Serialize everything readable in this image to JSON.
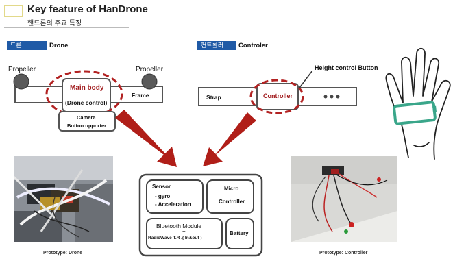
{
  "header": {
    "title": "Key feature of HanDrone",
    "subtitle": "핸드론의 주요 특징"
  },
  "drone_section": {
    "tag": "드론",
    "label": "Drone",
    "propeller_left": "Propeller",
    "propeller_right": "Propeller",
    "main_body": "Main body",
    "drone_control": "(Drone control)",
    "frame": "Frame",
    "camera_line1": "Camera",
    "camera_line2": "Botton upporter"
  },
  "controller_section": {
    "tag": "컨트롤러",
    "label": "Controler",
    "height_button": "Height control Button",
    "strap": "Strap",
    "controller": "Controller"
  },
  "module": {
    "sensor_title": "Sensor",
    "sensor_item1": "-   gyro",
    "sensor_item2": "-   Acceleration",
    "micro_line1": "Micro",
    "micro_line2": "Controller",
    "bluetooth_line1": "Bluetooth Module",
    "bluetooth_plus": "+",
    "bluetooth_line2": "RadioWave T.R .( In&out )",
    "battery": "Battery"
  },
  "captions": {
    "drone_prototype": "Prototype: Drone",
    "controller_prototype": "Prototype: Controller"
  },
  "colors": {
    "accent_red": "#a0191b",
    "tag_blue": "#1f5aa6",
    "dashed_red": "#b22222",
    "hand_band": "#3aa68a",
    "title_box": "#e2d98a"
  }
}
